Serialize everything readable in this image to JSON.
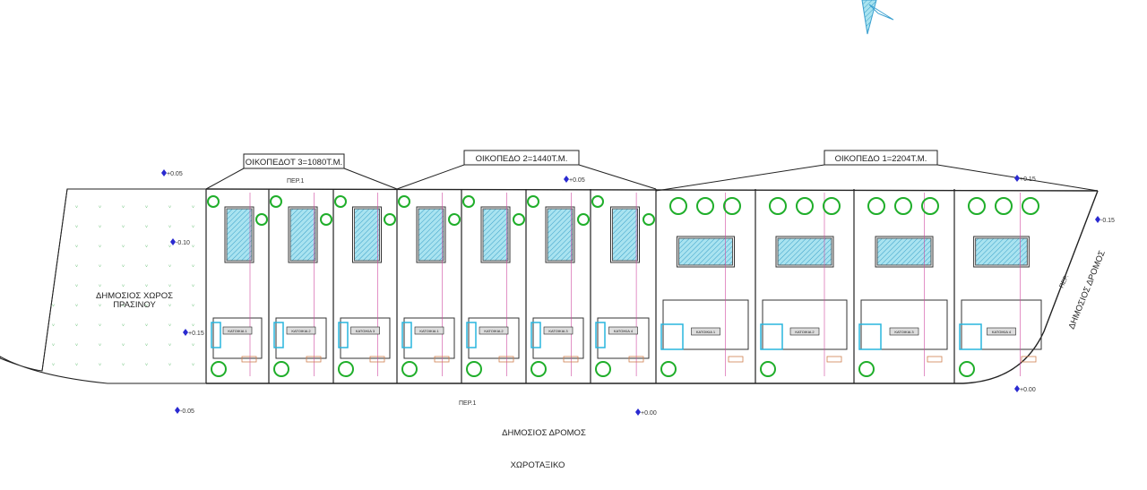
{
  "drawing_title": "ΧΩΡΟΤΑΞΙΚΟ",
  "road_bottom": "ΔΗΜΟΣΙΟΣ ΔΡΟΜΟΣ",
  "road_right": "ΔΗΜΟΣΙΟΣ ΔΡΟΜΟΣ",
  "green_space": [
    "ΔΗΜΟΣΙΟΣ ΧΩΡΟΣ",
    "ΠΡΑΣΙΝΟΥ"
  ],
  "lots": [
    {
      "label": "ΟΙΚΟΠΕΔΟΤ 3=1080Τ.Μ.",
      "houses": [
        "ΚΑΤΟΙΚΙΑ 1",
        "ΚΑΤΟΙΚΙΑ 2",
        "ΚΑΤΟΙΚΙΑ 3"
      ]
    },
    {
      "label": "ΟΙΚΟΠΕΔΟ 2=1440Τ.Μ.",
      "houses": [
        "ΚΑΤΟΙΚΙΑ 1",
        "ΚΑΤΟΙΚΙΑ 2",
        "ΚΑΤΟΙΚΙΑ 3",
        "ΚΑΤΟΙΚΙΑ 4"
      ]
    },
    {
      "label": "ΟΙΚΟΠΕΔΟ 1=2204Τ.Μ.",
      "houses": [
        "ΚΑΤΟΙΚΙΑ 1",
        "ΚΑΤΟΙΚΙΑ 2",
        "ΚΑΤΟΙΚΙΑ 3",
        "ΚΑΤΟΙΚΙΑ 4"
      ]
    }
  ],
  "annotations": {
    "per1_top": "ΠΕΡ.1",
    "per1_bottom": "ΠΕΡ.1",
    "per_right": "ΠΕΡ."
  },
  "levels": [
    "+0.05",
    "-0.10",
    "+0.15",
    "-0.05",
    "+0.05",
    "+0.00",
    "+0.15",
    "-0.15",
    "+0.00"
  ],
  "colors": {
    "line": "#222222",
    "pool": "#7fd3e8",
    "tree": "#1fae2a",
    "dimension": "#d04aa0",
    "paving": "#d08050",
    "level_marker": "#2a2ad0",
    "north_arrow": "#3aa0d0"
  }
}
